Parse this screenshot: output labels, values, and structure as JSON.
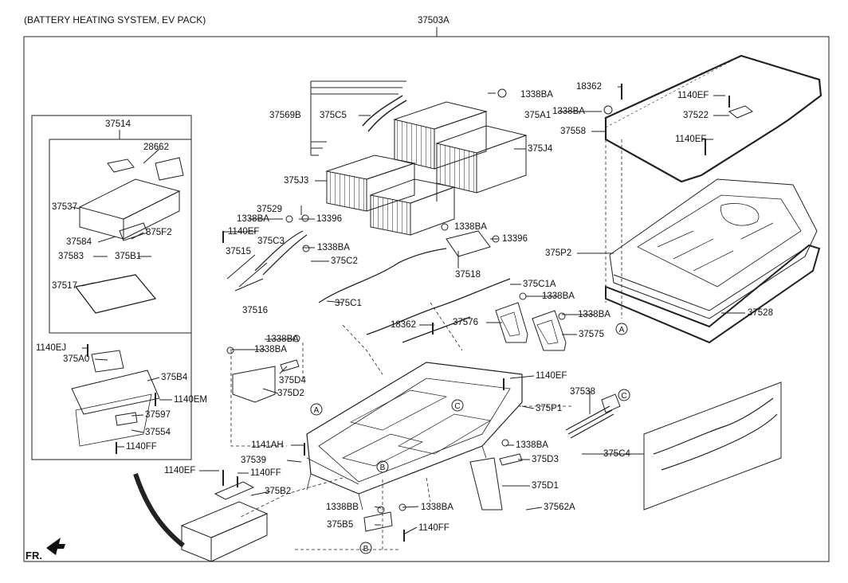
{
  "title": "(BATTERY HEATING SYSTEM, EV PACK)",
  "assembly_number": "37503A",
  "direction_marker": "FR.",
  "refs": {
    "a": "A",
    "b": "B",
    "c": "C"
  },
  "parts": {
    "p37514": "37514",
    "p28662": "28662",
    "p37537": "37537",
    "p375F2": "375F2",
    "p37584": "37584",
    "p37583": "37583",
    "p375B1": "375B1",
    "p37517": "37517",
    "p1140EJ": "1140EJ",
    "p375A0": "375A0",
    "p375B4": "375B4",
    "p1140EM": "1140EM",
    "p37597": "37597",
    "p37554": "37554",
    "p1140FF_l": "1140FF",
    "p37569B": "37569B",
    "p375C5": "375C5",
    "p1338BA_a": "1338BA",
    "p375A1": "375A1",
    "p375J4": "375J4",
    "p375J3": "375J3",
    "p37529": "37529",
    "p1338BA_b": "1338BA",
    "p13396_a": "13396",
    "p1140EF_a": "1140EF",
    "p375C3": "375C3",
    "p1338BA_c": "1338BA",
    "p37515": "37515",
    "p375C2": "375C2",
    "p37516": "37516",
    "p375C1": "375C1",
    "p1338BA_d": "1338BA",
    "p13396_b": "13396",
    "p37518": "37518",
    "p375C1A": "375C1A",
    "p1338BA_e": "1338BA",
    "p18362_a": "18362",
    "p37576": "37576",
    "p1338BA_f": "1338BA",
    "p37575": "37575",
    "p18362_b": "18362",
    "p1338BA_g": "1338BA",
    "p1140EF_b": "1140EF",
    "p37522": "37522",
    "p37558": "37558",
    "p1140EF_c": "1140EF",
    "p375P2": "375P2",
    "p37528": "37528",
    "p1338BA_h": "1338BA",
    "p1338BA_i": "1338BA",
    "p375D4": "375D4",
    "p375D2": "375D2",
    "p1140EF_d": "1140EF",
    "p37538": "37538",
    "p375P1": "375P1",
    "p1141AH": "1141AH",
    "p1338BA_j": "1338BA",
    "p375D3": "375D3",
    "p37539": "37539",
    "p1140EF_e": "1140EF",
    "p1140FF_m": "1140FF",
    "p375B2": "375B2",
    "p375D1": "375D1",
    "p375C4": "375C4",
    "p1338BB": "1338BB",
    "p1338BA_k": "1338BA",
    "p37562A": "37562A",
    "p375B5": "375B5",
    "p1140FF_r": "1140FF"
  }
}
